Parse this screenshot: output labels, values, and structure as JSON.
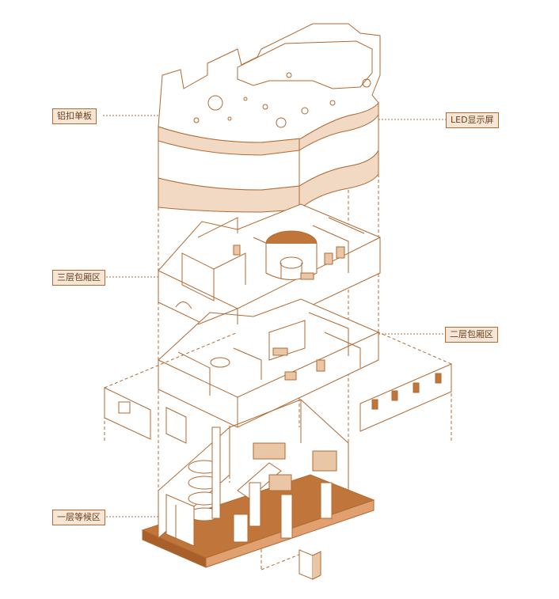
{
  "labels": {
    "roof_panel": "铝扣单板",
    "led_screen": "LED显示屏",
    "third_floor": "三层包厢区",
    "second_floor": "二层包厢区",
    "first_floor": "一层等候区"
  },
  "colors": {
    "line": "#b06a32",
    "fill_light": "#f6e6d6",
    "fill_medium": "#e8c6a6",
    "fill_dark": "#c0763b",
    "label_text": "#6b3f1f"
  }
}
